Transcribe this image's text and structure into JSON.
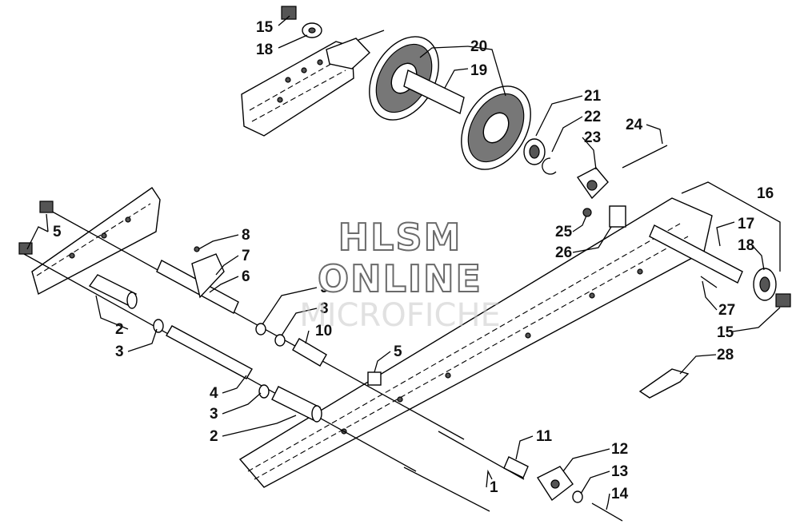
{
  "watermark": {
    "line1": "HLSM",
    "line2": "ONLINE",
    "line3": "MICROFICHE"
  },
  "callouts": [
    {
      "id": "c15a",
      "text": "15"
    },
    {
      "id": "c18a",
      "text": "18"
    },
    {
      "id": "c20",
      "text": "20"
    },
    {
      "id": "c19",
      "text": "19"
    },
    {
      "id": "c21",
      "text": "21"
    },
    {
      "id": "c22",
      "text": "22"
    },
    {
      "id": "c23",
      "text": "23"
    },
    {
      "id": "c24",
      "text": "24"
    },
    {
      "id": "c16",
      "text": "16"
    },
    {
      "id": "c17",
      "text": "17"
    },
    {
      "id": "c18b",
      "text": "18"
    },
    {
      "id": "c25",
      "text": "25"
    },
    {
      "id": "c26",
      "text": "26"
    },
    {
      "id": "c27",
      "text": "27"
    },
    {
      "id": "c15b",
      "text": "15"
    },
    {
      "id": "c28",
      "text": "28"
    },
    {
      "id": "c5a",
      "text": "5"
    },
    {
      "id": "c8",
      "text": "8"
    },
    {
      "id": "c7",
      "text": "7"
    },
    {
      "id": "c6",
      "text": "6"
    },
    {
      "id": "c9",
      "text": "9"
    },
    {
      "id": "c3a",
      "text": "3"
    },
    {
      "id": "c10",
      "text": "10"
    },
    {
      "id": "c2a",
      "text": "2"
    },
    {
      "id": "c3b",
      "text": "3"
    },
    {
      "id": "c5b",
      "text": "5"
    },
    {
      "id": "c4",
      "text": "4"
    },
    {
      "id": "c3c",
      "text": "3"
    },
    {
      "id": "c2b",
      "text": "2"
    },
    {
      "id": "c11",
      "text": "11"
    },
    {
      "id": "c12",
      "text": "12"
    },
    {
      "id": "c13",
      "text": "13"
    },
    {
      "id": "c1",
      "text": "1"
    },
    {
      "id": "c14",
      "text": "14"
    }
  ]
}
